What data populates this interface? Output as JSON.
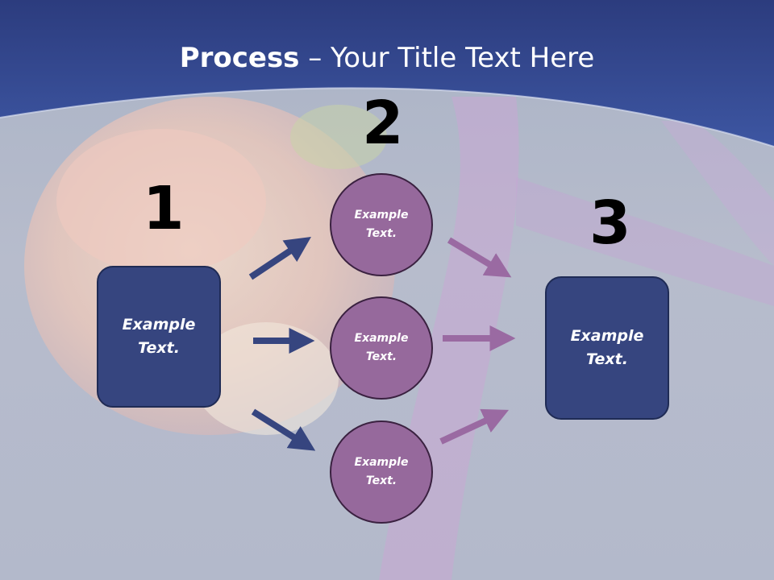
{
  "title": {
    "bold": "Process",
    "rest": " – Your Title Text Here"
  },
  "steps": {
    "one": "1",
    "two": "2",
    "three": "3"
  },
  "nodes": {
    "left_box": "Example\nText.",
    "circle_top": "Example\nText.",
    "circle_middle": "Example\nText.",
    "circle_bottom": "Example\nText.",
    "right_box": "Example\nText."
  },
  "colors": {
    "header": "#3a4f96",
    "box_fill": "#36457f",
    "circle_fill": "#96699c",
    "left_arrows": "#36457f",
    "right_arrows": "#9a6aa2"
  }
}
